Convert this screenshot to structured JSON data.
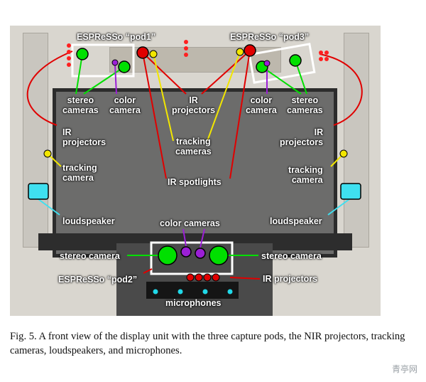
{
  "labels": {
    "pod1": "ESPReSSo “pod1”",
    "pod3": "ESPReSSo “pod3”",
    "pod2": "ESPReSSo “pod2”",
    "stereo_cameras_left": "stereo\ncameras",
    "color_camera_left": "color\ncamera",
    "ir_projectors_top": "IR\nprojectors",
    "color_camera_right": "color\ncamera",
    "stereo_cameras_right": "stereo\ncameras",
    "ir_projectors_left": "IR\nprojectors",
    "ir_projectors_right": "IR\nprojectors",
    "tracking_cameras": "tracking\ncameras",
    "tracking_camera_left": "tracking\ncamera",
    "tracking_camera_right": "tracking\ncamera",
    "ir_spotlights": "IR spotlights",
    "loudspeaker_left": "loudspeaker",
    "loudspeaker_right": "loudspeaker",
    "color_cameras_bottom": "color cameras",
    "stereo_camera_left": "stereo camera",
    "stereo_camera_right": "stereo camera",
    "ir_projectors_bottom": "IR projectors",
    "microphones": "microphones"
  },
  "caption": "Fig. 5.  A front view of the display unit with the three capture pods, the NIR projectors, tracking cameras, loudspeakers, and microphones.",
  "watermark": "青亭网",
  "colors": {
    "stereo": "#00e000",
    "color": "#9b1fd6",
    "ir": "#e00000",
    "tracking": "#f2e600",
    "loudspeaker": "#3fe0f0",
    "microphone": "#20d8e8"
  }
}
